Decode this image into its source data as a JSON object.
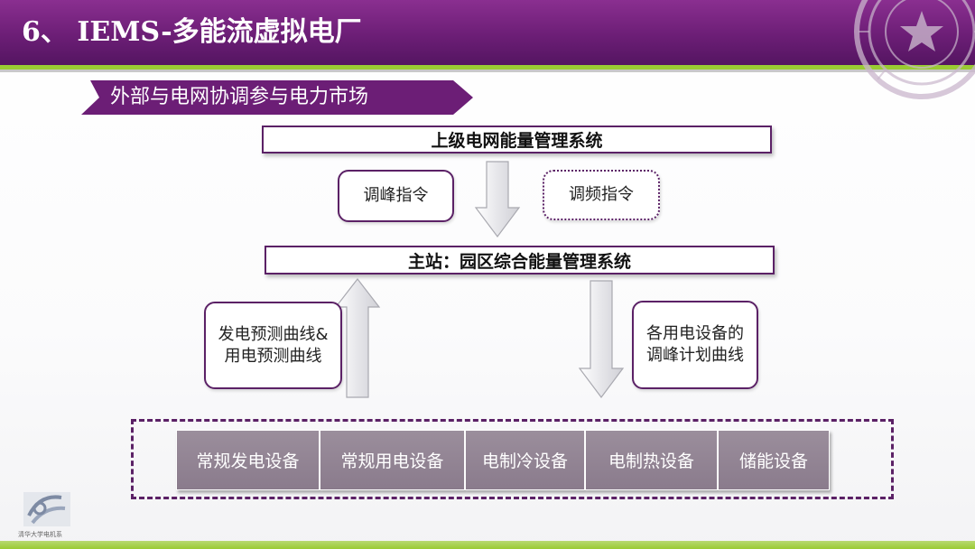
{
  "title": "6、 IEMS-多能流虚拟电厂",
  "subtitle": "外部与电网协调参与电力市场",
  "nodes": {
    "upper_grid": "上级电网能量管理系统",
    "peak_command": "调峰指令",
    "freq_command": "调频指令",
    "master_station": "主站：园区综合能量管理系统",
    "forecast_curves": "发电预测曲线&用电预测曲线",
    "peak_plan": "各用电设备的调峰计划曲线"
  },
  "devices": [
    "常规发电设备",
    "常规用电设备",
    "电制冷设备",
    "电制热设备",
    "储能设备"
  ],
  "logo_caption": "清华大学电机系",
  "colors": {
    "header_purple": "#6c1e76",
    "accent_lime": "#9acb33",
    "border_purple": "#5b2166",
    "device_gray": "#8f8291"
  }
}
